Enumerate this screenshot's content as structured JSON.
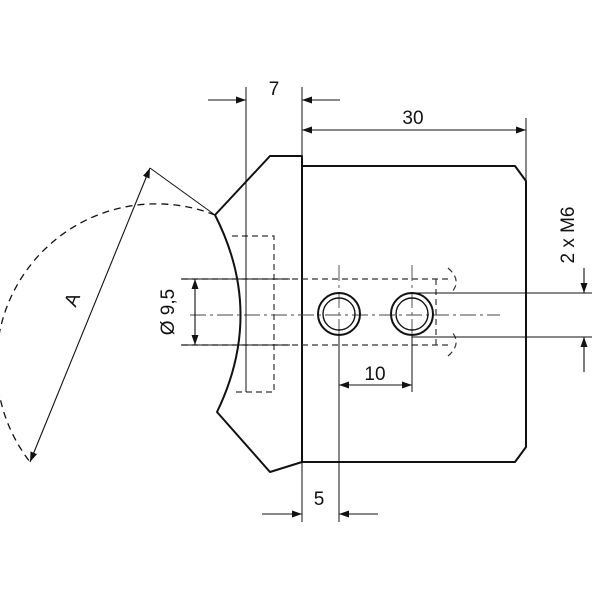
{
  "drawing": {
    "labels": {
      "top_width": "7",
      "body_length": "30",
      "thread": "2 x M6",
      "bore_diameter": "Ø 9,5",
      "radius": "A",
      "hole_spacing": "10",
      "hole_offset": "5"
    },
    "colors": {
      "line": "#111111",
      "hidden_line": "#333333"
    }
  }
}
